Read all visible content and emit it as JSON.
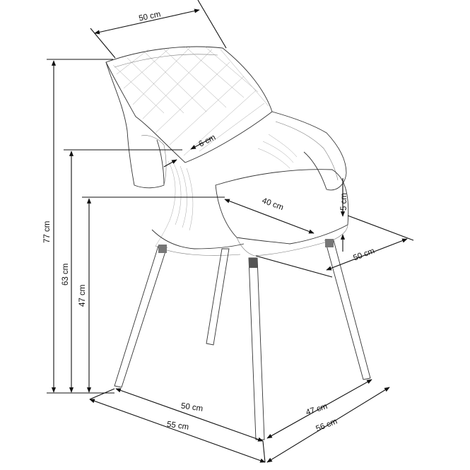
{
  "dimensions": {
    "top_width": "50 cm",
    "arm_thickness": "6 cm",
    "seat_depth": "40 cm",
    "seat_thickness": "5 cm",
    "seat_width": "50 cm",
    "total_height": "77 cm",
    "armrest_height": "63 cm",
    "seat_height": "47 cm",
    "base_width_inner": "50 cm",
    "base_width_outer": "55 cm",
    "base_depth_inner": "47 cm",
    "base_depth_outer": "56 cm"
  }
}
